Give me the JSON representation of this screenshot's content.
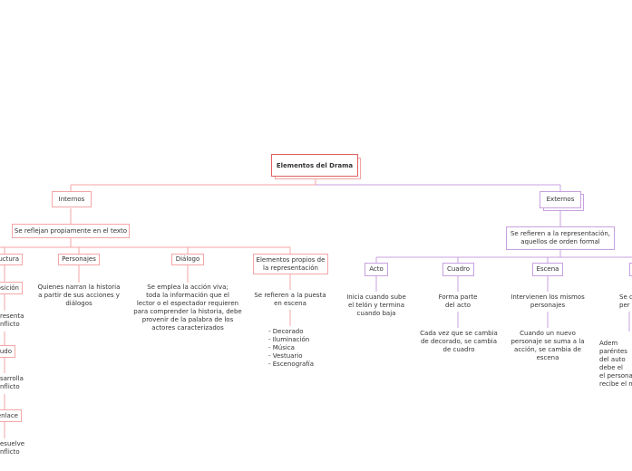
{
  "root": {
    "label": "Elementos del Drama"
  },
  "internos": {
    "label": "Internos",
    "subtitle": "Se reflejan propiamente en el texto",
    "estructura": {
      "label": "ructura",
      "exposicion": {
        "label": "osición",
        "desc": "resenta\nnflicto"
      },
      "nudo": {
        "label": "udo",
        "desc": "sarrolla\nnflicto"
      },
      "desenlace": {
        "label": "enlace",
        "desc": "esuelve\nnflicto"
      }
    },
    "personajes": {
      "label": "Personajes",
      "desc": "Quienes narran la historia\na partir de sus acciones y\ndiálogos"
    },
    "dialogo": {
      "label": "Diálogo",
      "desc": "Se emplea la acción viva;\ntoda la información que el\nlector o el espectador requieren\npara comprender la historia, debe\nprovenir de la palabra de los\nactores caracterizados"
    },
    "elementos": {
      "label": "Elementos propios de\nla representación",
      "desc": "Se refieren a la puesta\nen escena",
      "list": "- Decorado\n- Iluminación\n- Música\n- Vestuario\n- Escenografía"
    }
  },
  "externos": {
    "label": "Externos",
    "subtitle": "Se refieren a la representación,\naquellos de orden formal",
    "acto": {
      "label": "Acto",
      "desc": "Inicia cuando sube\nel telón y termina\ncuando baja"
    },
    "cuadro": {
      "label": "Cuadro",
      "desc": "Forma parte\ndel acto",
      "desc2": "Cada vez que se cambia\nde decorado, se cambia\nde cuadro"
    },
    "escena": {
      "label": "Escena",
      "desc": "Intervienen los mismos\npersonajes",
      "desc2": "Cuando un nuevo\npersonaje se suma a la\nacción, se cambia de\nescena"
    },
    "cut": {
      "desc": "Se c\nper",
      "desc2": "Adem\nparéntes\ndel auto\ndebe el\nel persona\nrecibe el n"
    }
  }
}
